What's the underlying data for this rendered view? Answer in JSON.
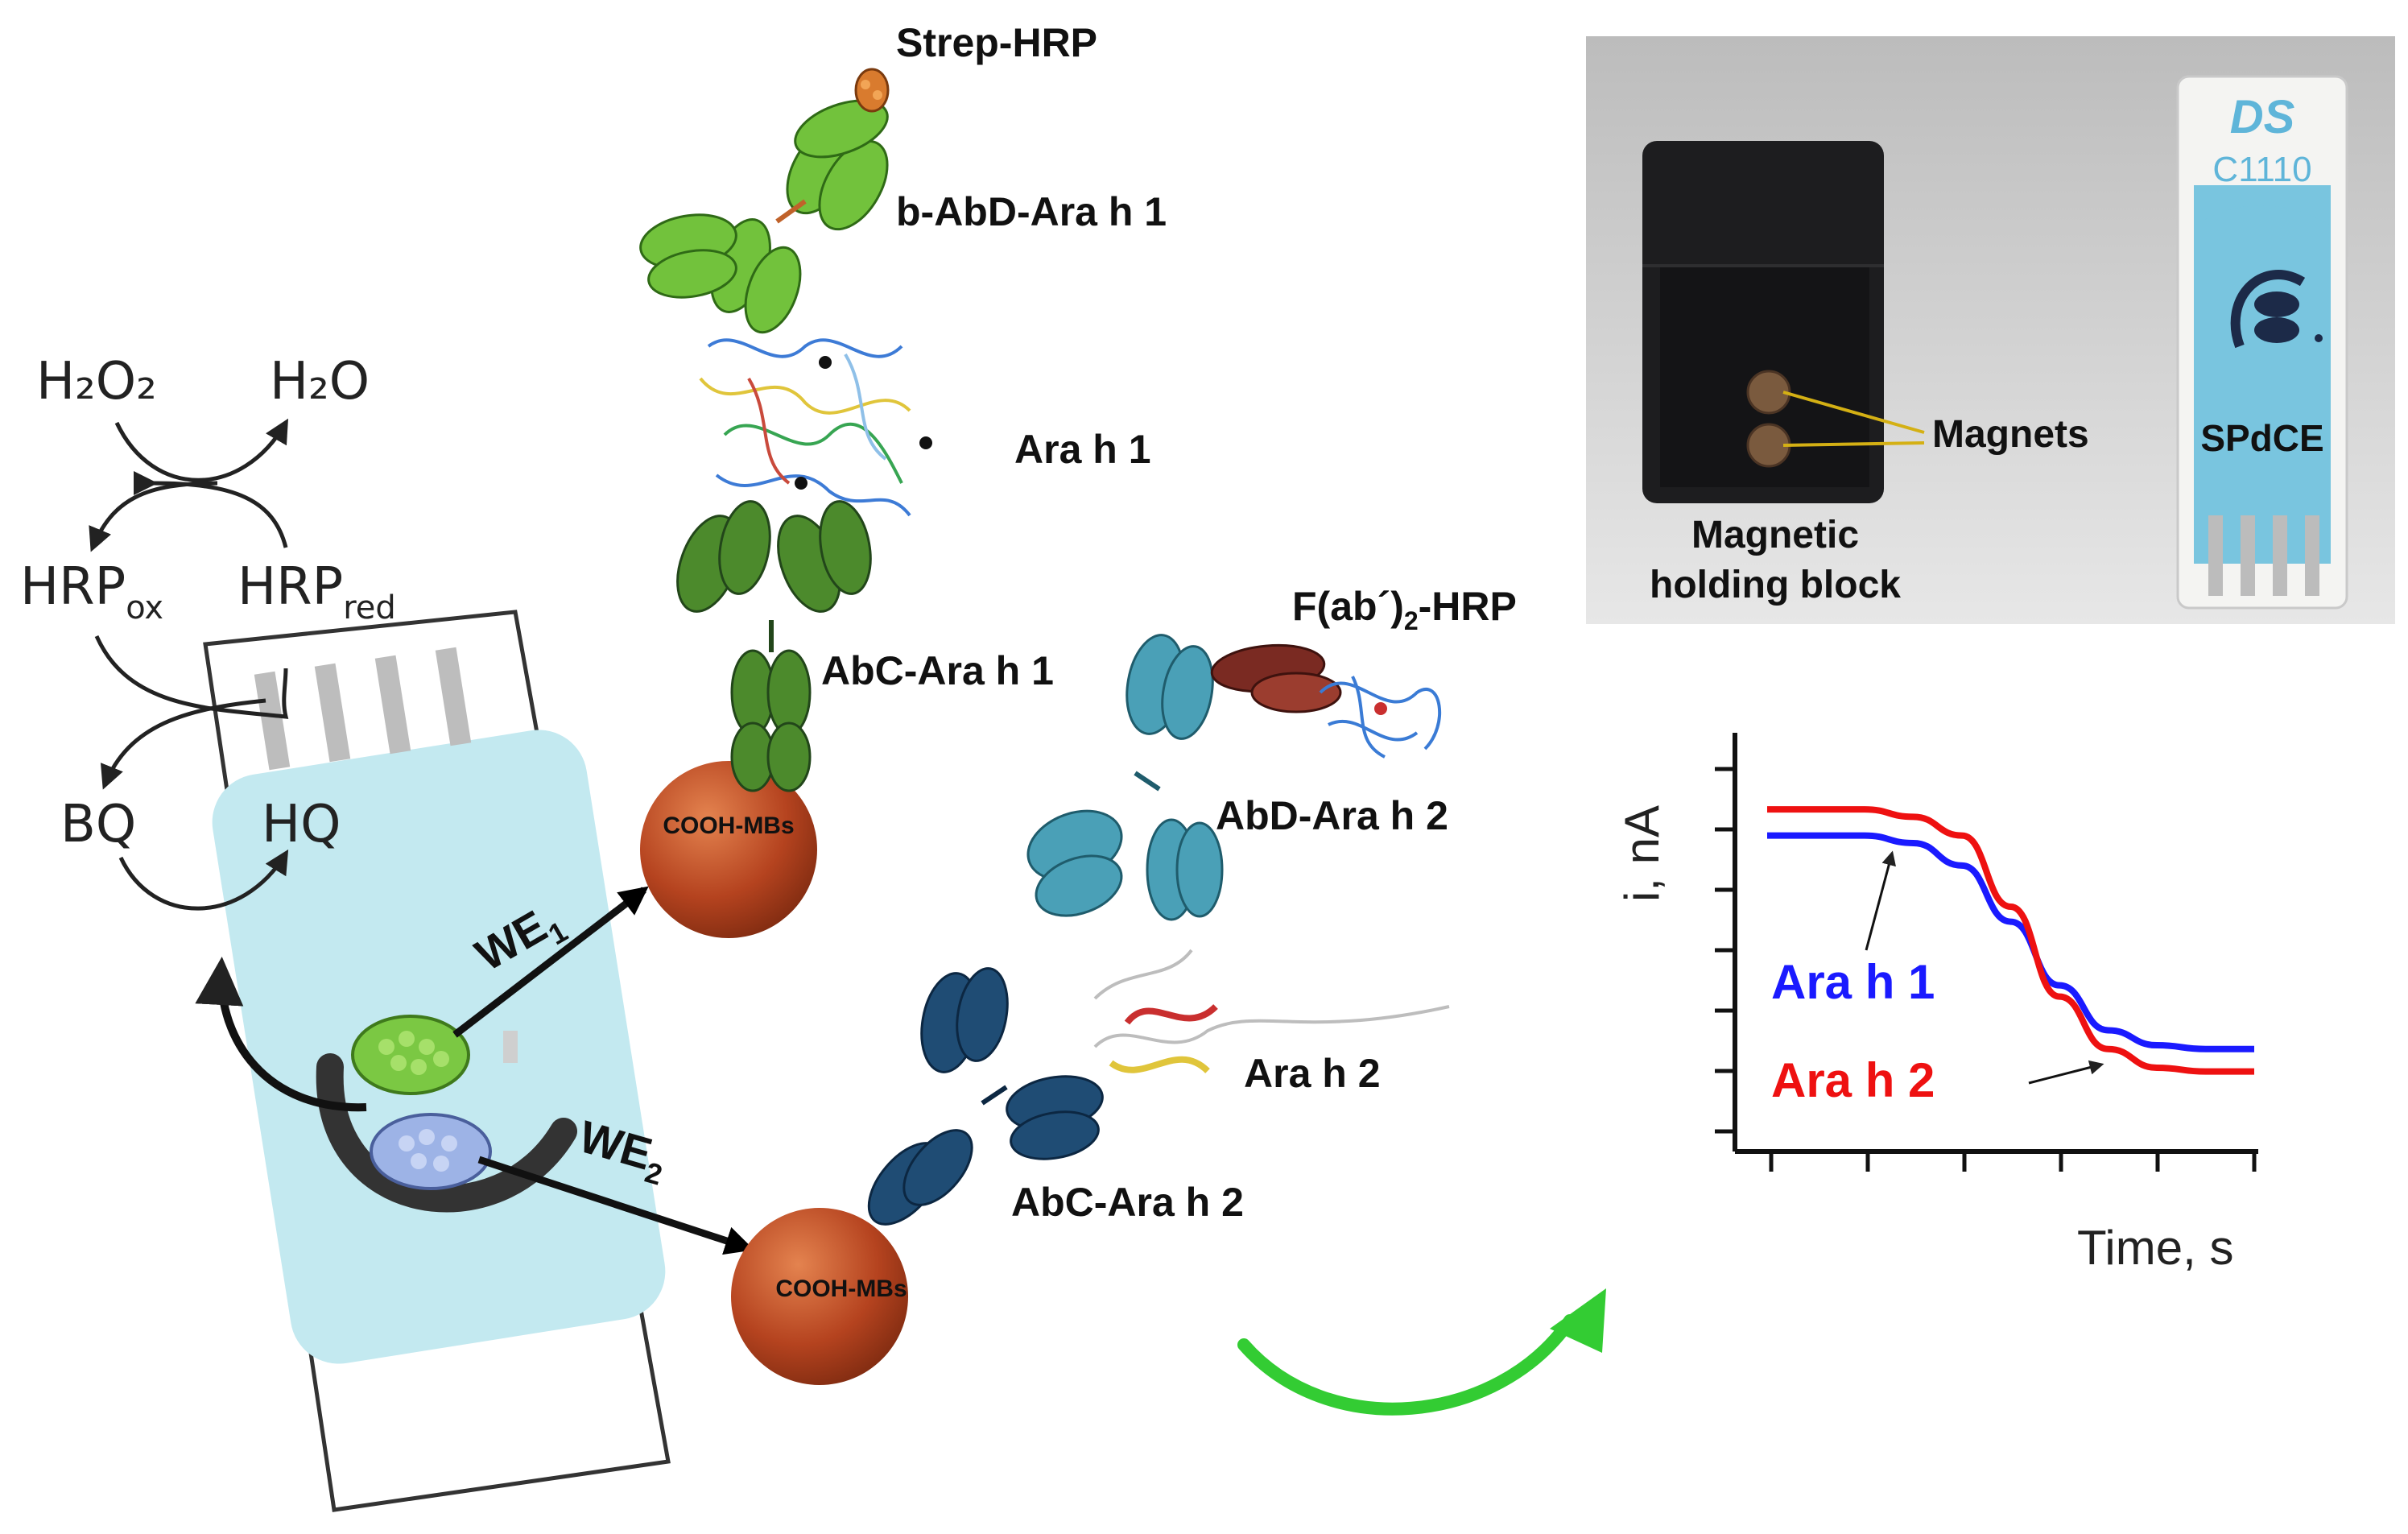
{
  "reaction": {
    "h2o2": "H₂O₂",
    "h2o": "H₂O",
    "hrp": "HRP",
    "ox": "ox",
    "red": "red",
    "bq": "BQ",
    "hq": "HQ"
  },
  "electrodes": {
    "we1": "WE",
    "we1_sub": "1",
    "we2": "WE",
    "we2_sub": "2"
  },
  "assay1": {
    "strep_hrp": "Strep-HRP",
    "b_abd": "b-AbD-Ara h 1",
    "antigen": "Ara h 1",
    "abc": "AbC-Ara h 1",
    "bead": "COOH-MBs"
  },
  "assay2": {
    "fab_prefix": "F(ab´)",
    "fab_sub": "2",
    "fab_suffix": "-HRP",
    "abd": "AbD-Ara h 2",
    "antigen": "Ara h 2",
    "abc": "AbC-Ara h 2",
    "bead": "COOH-MBs"
  },
  "photo": {
    "brand": "DS",
    "model": "C1110",
    "magnets": "Magnets",
    "block_line1": "Magnetic",
    "block_line2": "holding block",
    "electrode": "SPdCE"
  },
  "chart_data": {
    "type": "line",
    "xlabel": "Time, s",
    "ylabel": "i, nA",
    "grid": false,
    "legend_position": "left, inside plot",
    "series": [
      {
        "name": "Ara h 1",
        "color": "#1a1aff",
        "x": [
          0,
          0.5,
          1.0,
          1.5,
          2.0,
          2.5,
          3.0,
          3.5,
          4.0,
          4.5,
          5.0
        ],
        "y": [
          7.9,
          7.9,
          7.9,
          7.7,
          7.1,
          5.6,
          3.9,
          2.7,
          2.3,
          2.2,
          2.2
        ]
      },
      {
        "name": "Ara h 2",
        "color": "#ee1111",
        "x": [
          0,
          0.5,
          1.0,
          1.5,
          2.0,
          2.5,
          3.0,
          3.5,
          4.0,
          4.5,
          5.0
        ],
        "y": [
          8.6,
          8.6,
          8.6,
          8.4,
          7.9,
          6.0,
          3.6,
          2.2,
          1.7,
          1.6,
          1.6
        ]
      }
    ],
    "x_ticks": 6,
    "y_ticks": 7
  },
  "colors": {
    "bead": "#b5431f",
    "bead_light": "#e07a45",
    "green_ab": "#72c23c",
    "dark_green_ab": "#4c8a2c",
    "teal_ab": "#4aa0b7",
    "navy_ab": "#1f4c74",
    "brown_fab": "#7a2a22",
    "strip_fill": "#c3e9f0",
    "arrow_green": "#33cc33"
  }
}
